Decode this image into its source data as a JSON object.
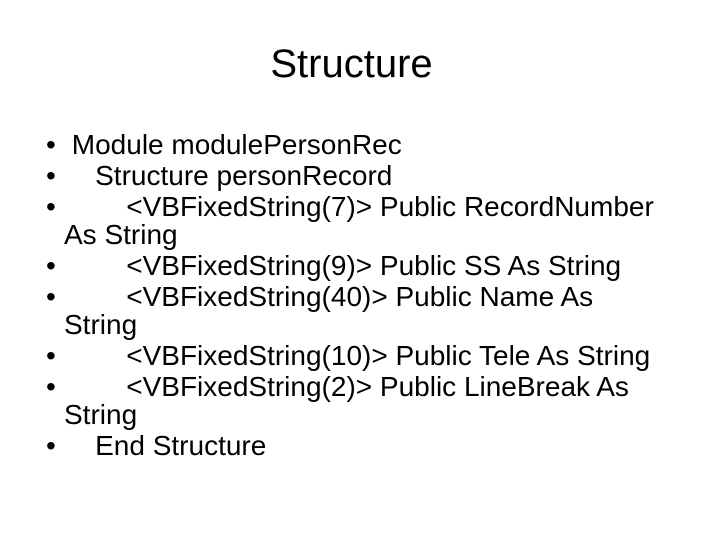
{
  "slide": {
    "title": "Structure",
    "bullet_char": "•",
    "bullets": [
      " Module modulePersonRec",
      "    Structure personRecord",
      "        <VBFixedString(7)> Public RecordNumber As String",
      "        <VBFixedString(9)> Public SS As String",
      "        <VBFixedString(40)> Public Name As String",
      "        <VBFixedString(10)> Public Tele As String",
      "        <VBFixedString(2)> Public LineBreak As String",
      "    End Structure"
    ],
    "colors": {
      "background": "#ffffff",
      "text": "#000000"
    }
  }
}
